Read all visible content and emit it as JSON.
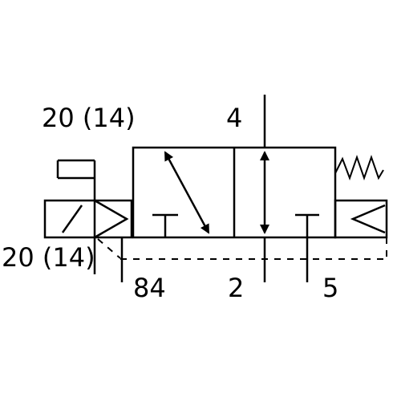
{
  "labels": {
    "pilot_top": "20 (14)",
    "pilot_left": "20 (14)",
    "port_4": "4",
    "port_84": "84",
    "port_2": "2",
    "port_5": "5"
  }
}
